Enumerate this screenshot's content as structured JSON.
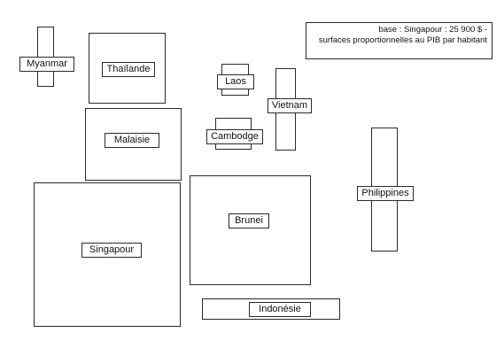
{
  "note": {
    "line1": "base : Singapour : 25 900 $ -",
    "line2": "surfaces proportionnelles au PIB par habitant"
  },
  "countries": {
    "myanmar": "Myanmar",
    "thailande": "Thaïlande",
    "laos": "Laos",
    "vietnam": "Vietnam",
    "cambodge": "Cambodge",
    "malaisie": "Malaisie",
    "philippines": "Philippines",
    "brunei": "Brunei",
    "singapour": "Singapour",
    "indonesie": "Indonésie"
  }
}
